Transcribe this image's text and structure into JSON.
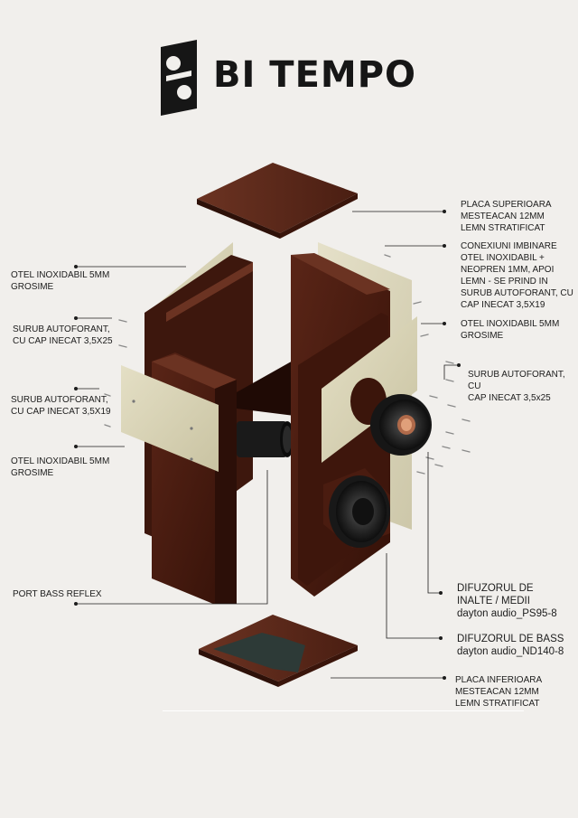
{
  "brand": {
    "name": "BI TEMPO",
    "logo_icon": "bi-tempo-logo-icon"
  },
  "labels": {
    "top_plate": "PLACA SUPERIOARA\nMESTEACAN 12MM\nLEMN STRATIFICAT",
    "steel_left_top": "OTEL INOXIDABIL 5MM\nGROSIME",
    "screw_left_top": "SURUB AUTOFORANT,\nCU CAP INECAT 3,5X25",
    "screw_left_mid": "SURUB AUTOFORANT,\nCU CAP INECAT 3,5X19",
    "steel_left_bottom": "OTEL INOXIDABIL 5MM\nGROSIME",
    "port": "PORT BASS REFLEX",
    "connections": "CONEXIUNI IMBINARE\nOTEL INOXIDABIL +\nNEOPREN 1MM, APOI\nLEMN - SE PRIND IN\nSURUB AUTOFORANT, CU\nCAP INECAT 3,5X19",
    "steel_right": "OTEL INOXIDABIL 5MM\nGROSIME",
    "screw_right": "SURUB AUTOFORANT, CU\nCAP INECAT 3,5x25",
    "tweeter": "DIFUZORUL DE\nINALTE / MEDII\ndayton audio_PS95-8",
    "woofer": "DIFUZORUL DE BASS\ndayton audio_ND140-8",
    "bottom_plate": "PLACA INFERIOARA\nMESTEACAN 12MM\nLEMN STRATIFICAT"
  },
  "colors": {
    "background": "#f1efec",
    "wood": "#4a1e14",
    "wood_dark": "#2f120b",
    "steel": "#d8d3b4",
    "text": "#1c1c1c"
  }
}
